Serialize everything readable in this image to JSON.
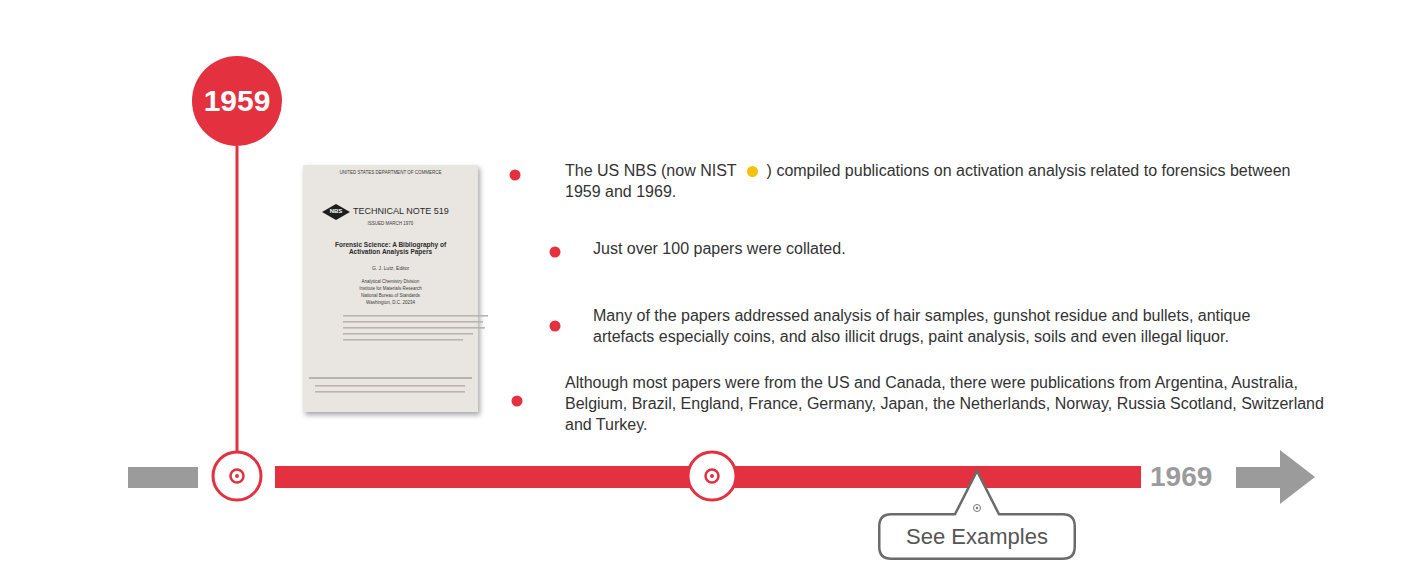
{
  "diagram": {
    "nodes": [
      {
        "text": [
          "1959"
        ]
      },
      {
        "text": [
          "UNITED STATES DEPARTMENT OF COMMERCE",
          "NBS",
          "TECHNICAL NOTE 519",
          "ISSUED MARCH 1970",
          "Forensic Science: A Bibliography of Activation Analysis Papers",
          "G. J. Lutz, Editor",
          "Analytical Chemistry Division",
          "Institute for Materials Research",
          "National Bureau of Standards",
          "Washington, D.C. 20234"
        ]
      },
      {
        "text": [
          "See Examples"
        ]
      }
    ],
    "labels": [
      "The US NBS (now NIST",
      ") compiled publications on activation analysis related to forensics between 1959 and 1969.",
      "Just over 100 papers were collated.",
      "Many of the papers addressed analysis of hair samples, gunshot residue and bullets, antique artefacts especially coins, and also illicit drugs, paint analysis, soils and even illegal liquor.",
      "Although most papers were from the US and Canada, there were publications from Argentina, Australia, Belgium, Brazil, England, France, Germany, Japan, the Netherlands, Norway, Russia Scotland, Switzerland and Turkey.",
      "1969"
    ]
  }
}
